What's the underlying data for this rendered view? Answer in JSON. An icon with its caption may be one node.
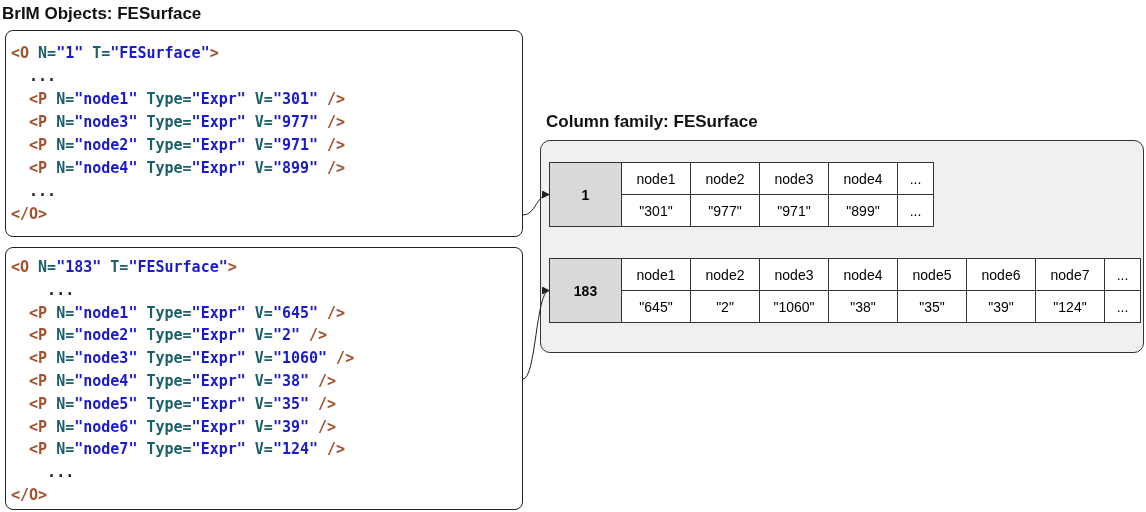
{
  "diagram": {
    "nodes": [
      {
        "text": [
          "<O N=\"1\" T=\"FESurface\">",
          "...",
          "<P N=\"node1\" Type=\"Expr\" V=\"301\" />",
          "<P N=\"node3\" Type=\"Expr\" V=\"977\" />",
          "<P N=\"node2\" Type=\"Expr\" V=\"971\" />",
          "<P N=\"node4\" Type=\"Expr\" V=\"899\" />",
          "...",
          "</O>"
        ]
      },
      {
        "text": [
          "<O N=\"183\" T=\"FESurface\">",
          "...",
          "<P N=\"node1\" Type=\"Expr\" V=\"645\" />",
          "<P N=\"node2\" Type=\"Expr\" V=\"2\" />",
          "<P N=\"node3\" Type=\"Expr\" V=\"1060\" />",
          "<P N=\"node4\" Type=\"Expr\" V=\"38\" />",
          "<P N=\"node5\" Type=\"Expr\" V=\"35\" />",
          "<P N=\"node6\" Type=\"Expr\" V=\"39\" />",
          "<P N=\"node7\" Type=\"Expr\" V=\"124\" />",
          "...",
          "</O>"
        ]
      },
      {
        "text": [
          "Column family: FESurface"
        ]
      },
      {
        "text": [
          "1",
          "node1",
          "node2",
          "node3",
          "node4",
          "...",
          "\"301\"",
          "\"977\"",
          "\"971\"",
          "\"899\"",
          "..."
        ],
        "in": 2
      },
      {
        "text": [
          "183",
          "node1",
          "node2",
          "node3",
          "node4",
          "node5",
          "node6",
          "node7",
          "...",
          "\"645\"",
          "\"2\"",
          "\"1060\"",
          "\"38\"",
          "\"35\"",
          "\"39\"",
          "\"124\"",
          "..."
        ],
        "in": 2
      }
    ],
    "edges": [
      {
        "from": 0,
        "to": 3,
        "arrow": "to"
      },
      {
        "from": 1,
        "to": 4,
        "arrow": "to"
      }
    ],
    "labels": [
      "BrIM Objects: FESurface"
    ]
  }
}
